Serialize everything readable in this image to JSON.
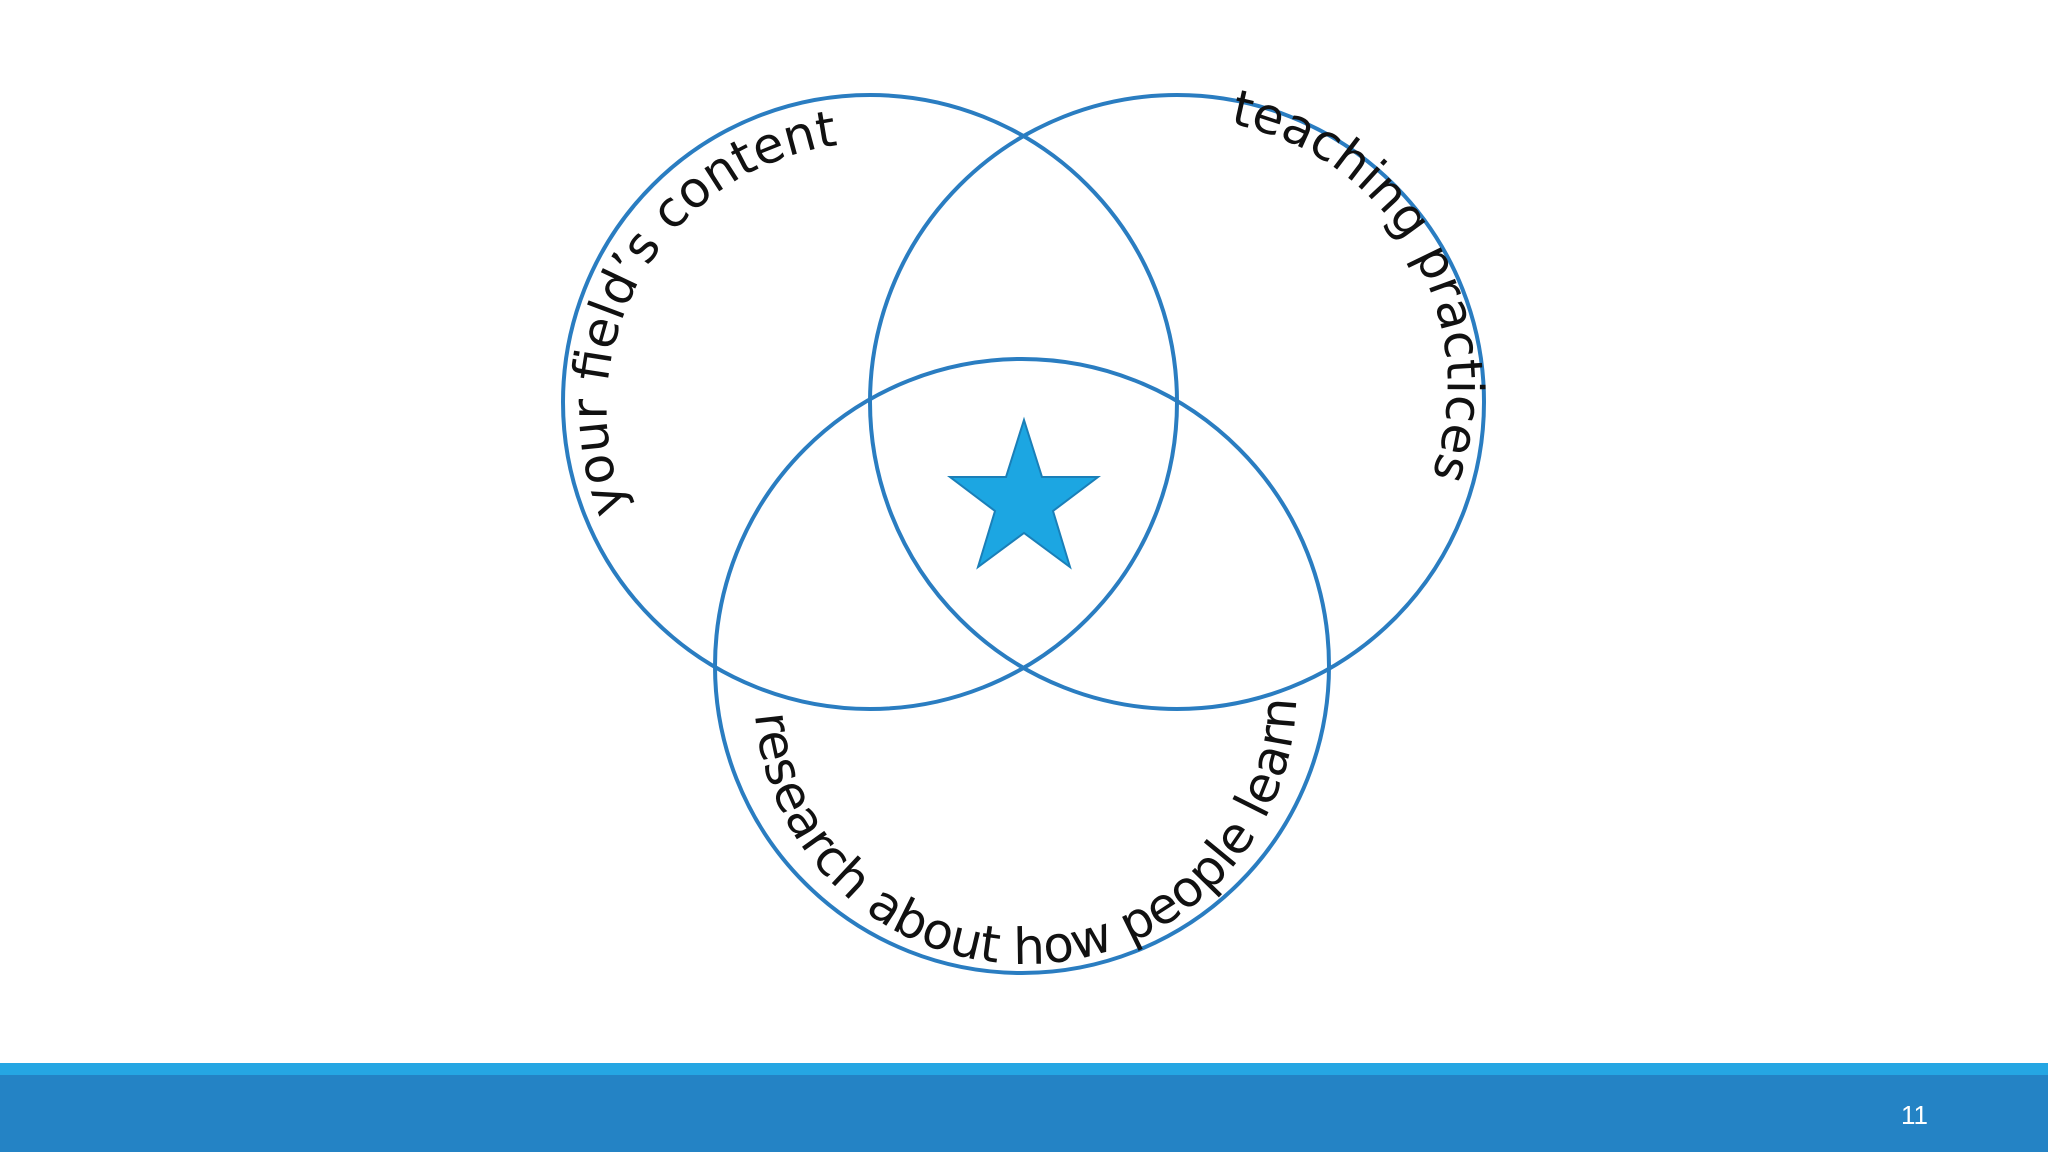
{
  "diagram": {
    "circles": [
      {
        "id": "content",
        "label": "your field’s content"
      },
      {
        "id": "teaching",
        "label": "teaching practices"
      },
      {
        "id": "research",
        "label": "research about how people learn"
      }
    ],
    "center_icon": "star-icon",
    "colors": {
      "circle_stroke": "#2a7dc1",
      "star_fill": "#1ca6e2"
    }
  },
  "footer": {
    "page_number": "11",
    "colors": {
      "stripe": "#25a6e3",
      "bar": "#2483c5"
    }
  }
}
